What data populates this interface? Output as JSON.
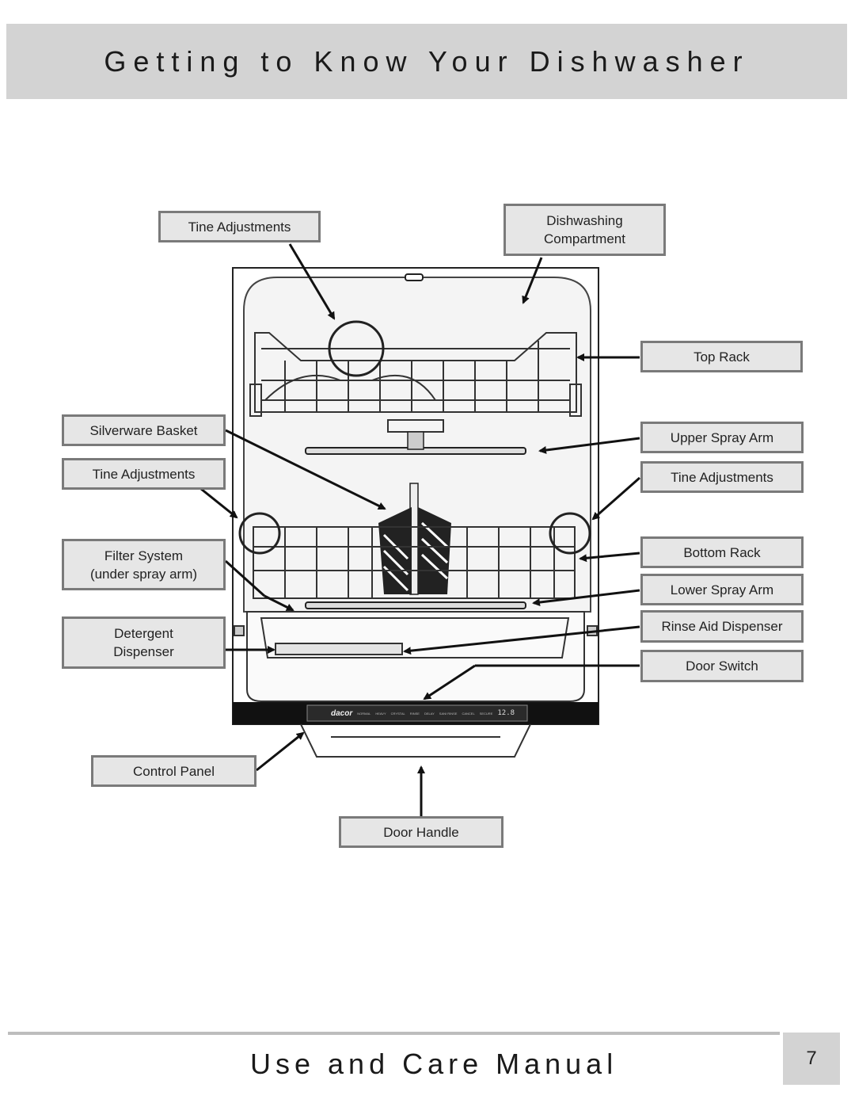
{
  "header": {
    "title": "Getting to Know Your Dishwasher"
  },
  "labels": {
    "tine_adjustments_top": "Tine Adjustments",
    "dishwashing_compartment": "Dishwashing\nCompartment",
    "top_rack": "Top Rack",
    "silverware_basket": "Silverware Basket",
    "upper_spray_arm": "Upper Spray Arm",
    "tine_adjustments_left": "Tine Adjustments",
    "tine_adjustments_right": "Tine Adjustments",
    "filter_system": "Filter System\n(under spray arm)",
    "bottom_rack": "Bottom Rack",
    "lower_spray_arm": "Lower Spray Arm",
    "detergent_dispenser": "Detergent\nDispenser",
    "rinse_aid_dispenser": "Rinse Aid Dispenser",
    "door_switch": "Door Switch",
    "control_panel": "Control Panel",
    "door_handle": "Door Handle"
  },
  "control_panel": {
    "brand": "dacor",
    "buttons": [
      "NORMAL",
      "HEAVY",
      "CRYSTAL",
      "RINSE",
      "DELAY",
      "SANI RINSE",
      "CANCEL",
      "SECURE"
    ],
    "display": "12.8"
  },
  "footer": {
    "title": "Use and Care Manual",
    "page_number": "7"
  }
}
